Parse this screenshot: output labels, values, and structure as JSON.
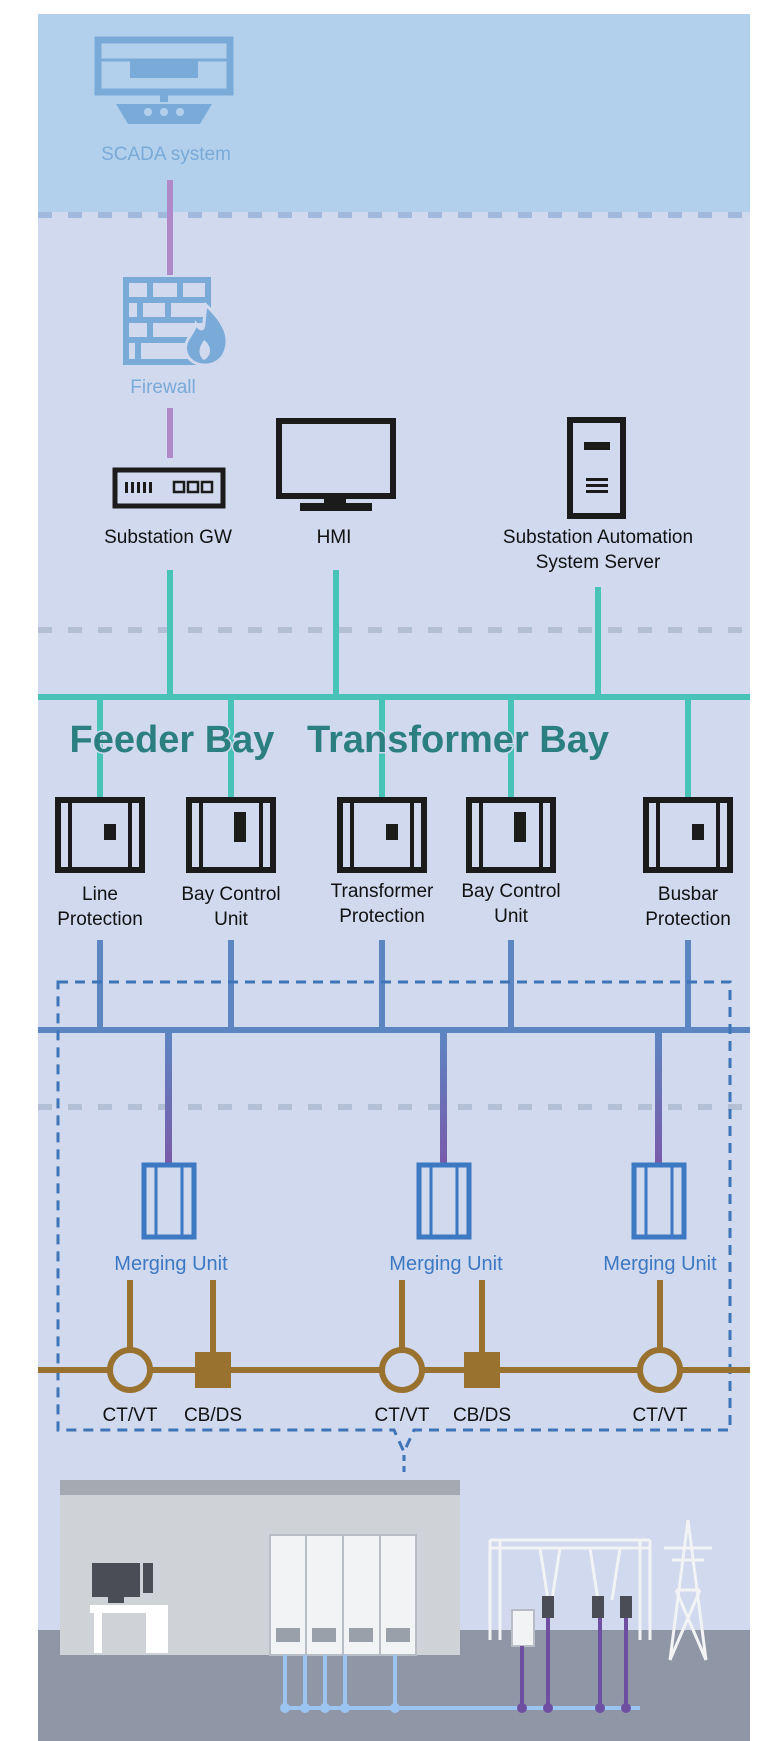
{
  "colors": {
    "scada_band": "#b2d0ec",
    "background": "#d0d9ee",
    "faded": "#7aaad8",
    "purple_link": "#b08ac8",
    "station_bus": "#47c3b7",
    "process_bus": "#5c86c2",
    "merging_unit": "#3d78c2",
    "primary": "#9a7230",
    "ied": "#1b1b1b",
    "bay_title": "#2b7f80"
  },
  "top": {
    "scada": {
      "label": "SCADA system",
      "icon": "scada-workstation-icon"
    },
    "firewall": {
      "label": "Firewall",
      "icon": "firewall-icon"
    }
  },
  "station_level": {
    "gateway": {
      "label": "Substation GW",
      "icon": "gateway-router-icon"
    },
    "hmi": {
      "label": "HMI",
      "icon": "monitor-icon"
    },
    "server": {
      "line1": "Substation Automation",
      "line2": "System Server",
      "icon": "server-tower-icon"
    }
  },
  "bays": {
    "feeder": "Feeder Bay",
    "transformer": "Transformer Bay"
  },
  "ieds": [
    {
      "line1": "Line",
      "line2": "Protection"
    },
    {
      "line1": "Bay Control",
      "line2": "Unit"
    },
    {
      "line1": "Transformer",
      "line2": "Protection"
    },
    {
      "line1": "Bay Control",
      "line2": "Unit"
    },
    {
      "line1": "Busbar",
      "line2": "Protection"
    }
  ],
  "merging_units": [
    {
      "label": "Merging Unit"
    },
    {
      "label": "Merging Unit"
    },
    {
      "label": "Merging Unit"
    }
  ],
  "primary": [
    {
      "label": "CT/VT"
    },
    {
      "label": "CB/DS"
    },
    {
      "label": "CT/VT"
    },
    {
      "label": "CB/DS"
    },
    {
      "label": "CT/VT"
    }
  ],
  "scene": {
    "icon": "substation-building-icon"
  }
}
